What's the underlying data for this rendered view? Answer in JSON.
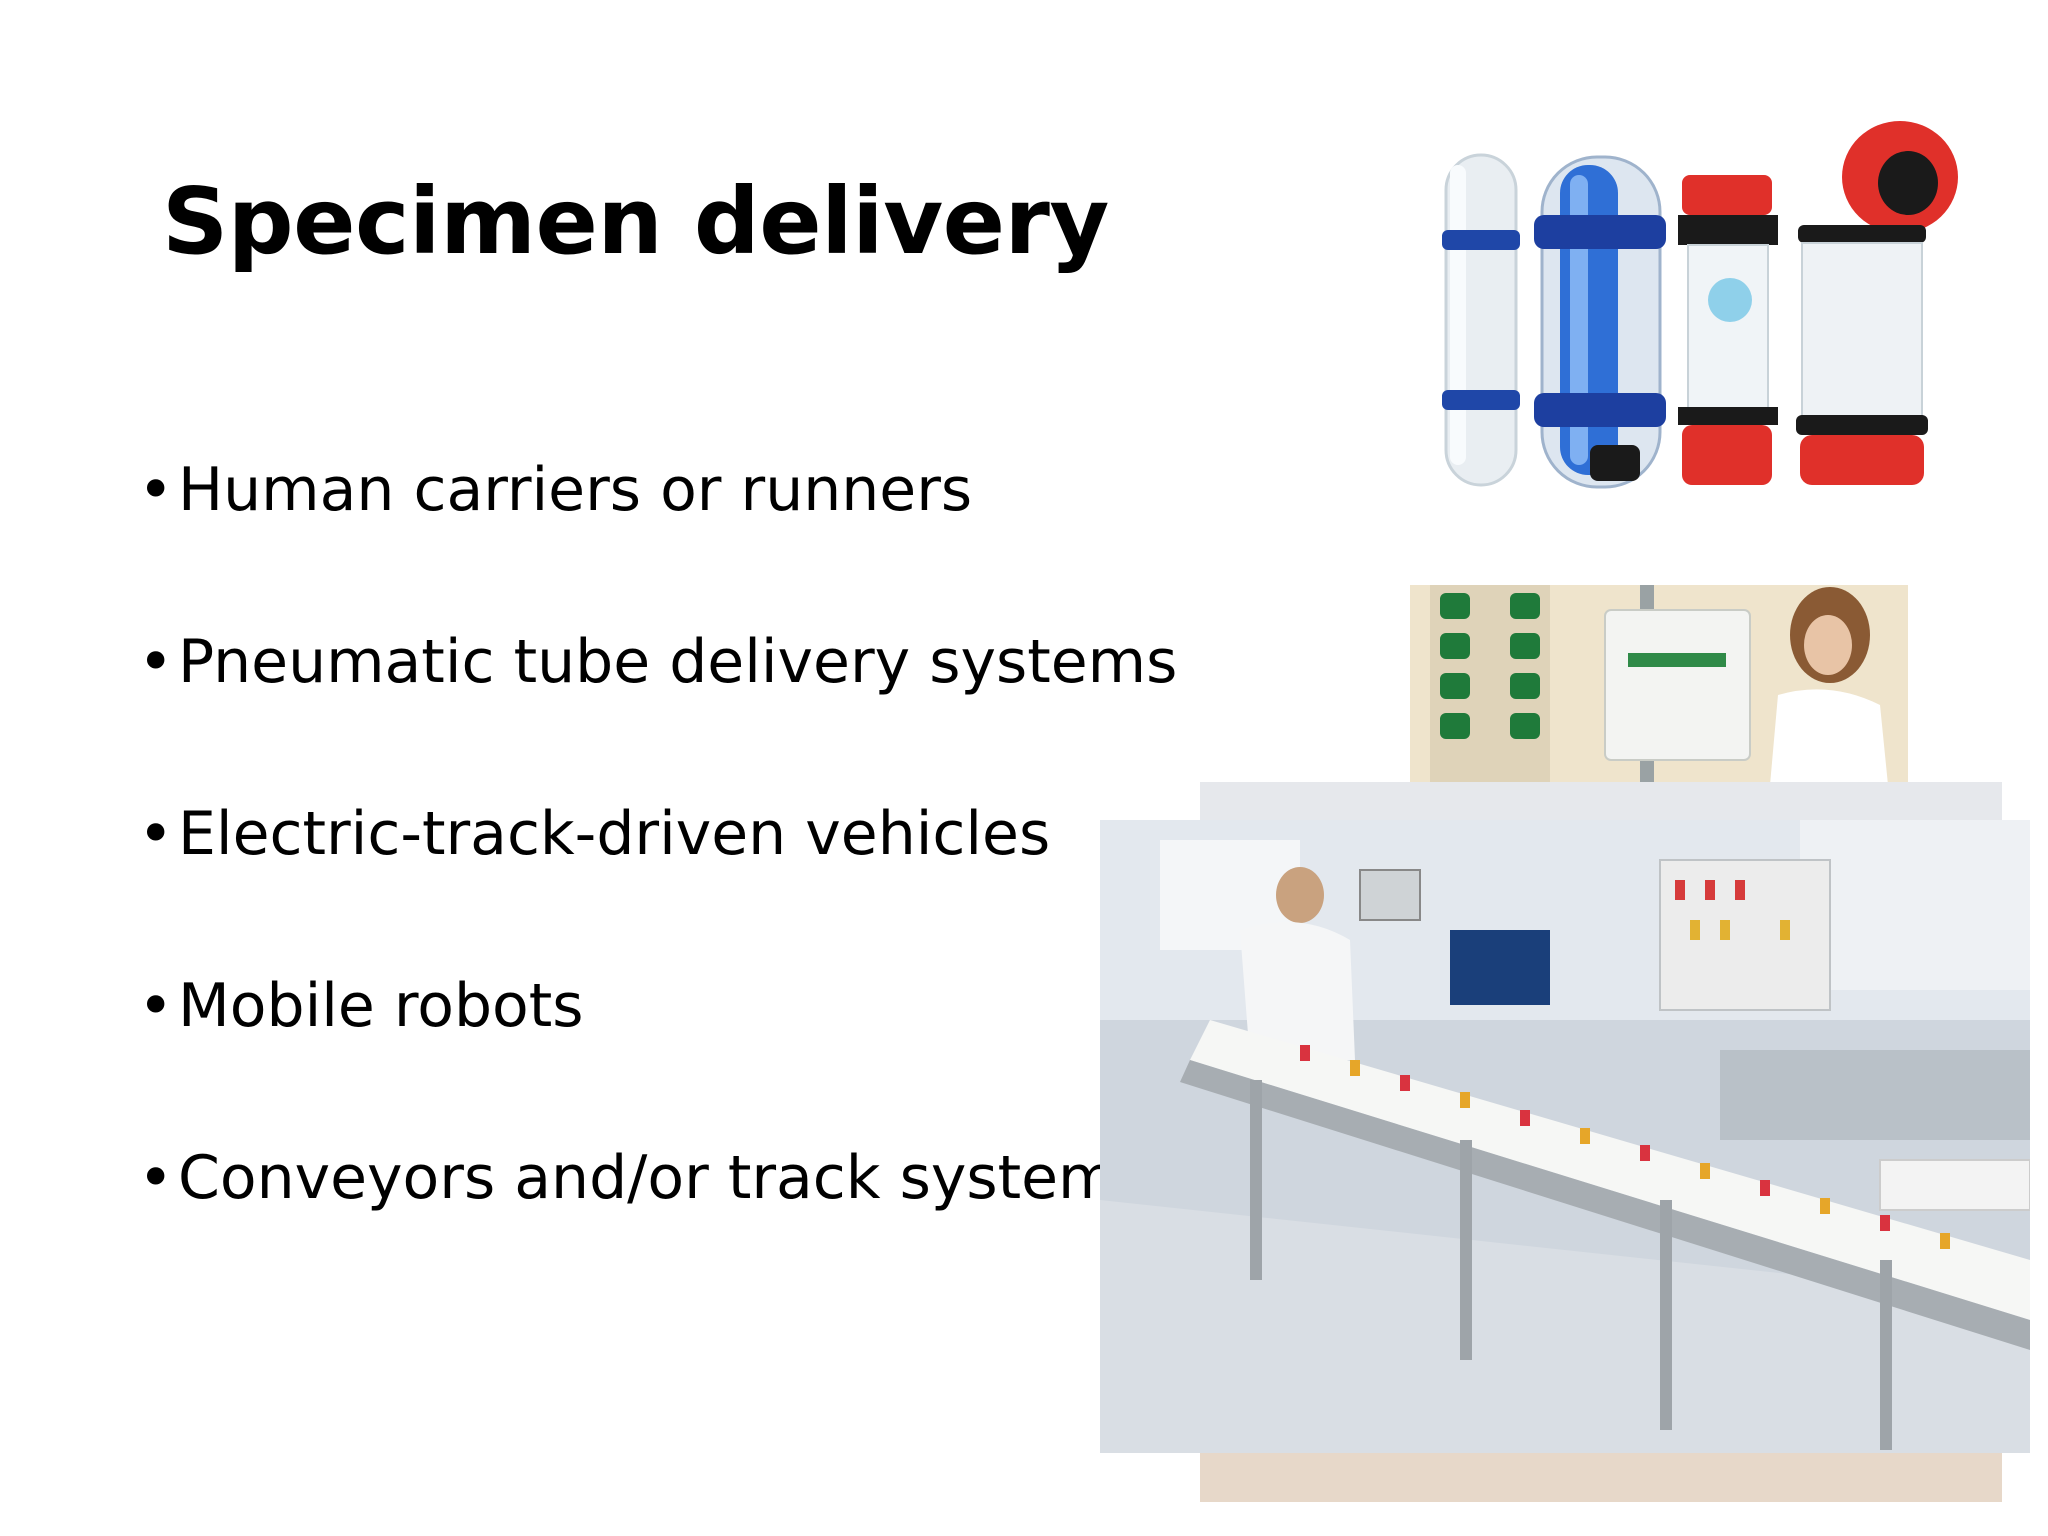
{
  "slide": {
    "title": "Specimen delivery",
    "bullets": [
      "Human carriers or runners",
      "Pneumatic tube delivery systems",
      "Electric-track-driven vehicles",
      "Mobile robots",
      "Conveyors and/or track systems"
    ],
    "bullet_symbol": "•"
  },
  "images": {
    "pneumatic_carriers": "photo of pneumatic tube carriers (clear, blue and red capsules)",
    "pneumatic_station": "photo of a person at a wall-mounted pneumatic tube station",
    "lab_conveyor": "photo of a laboratory conveyor track carrying specimen tubes"
  }
}
